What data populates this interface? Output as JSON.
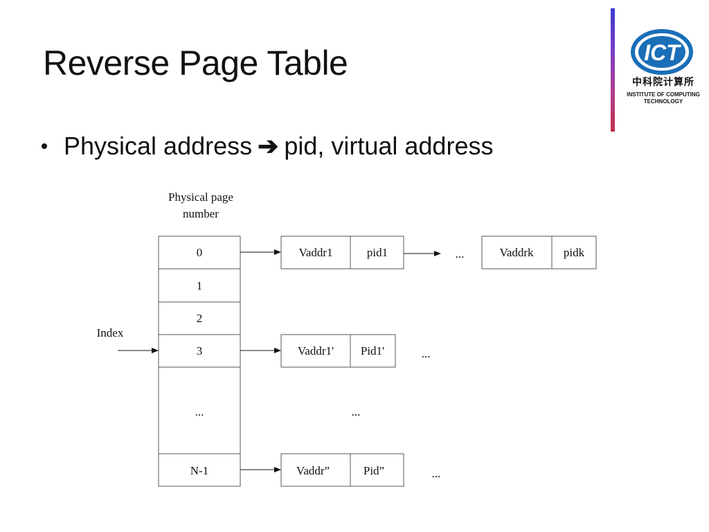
{
  "slide": {
    "title": "Reverse Page Table",
    "bullet_prefix": "Physical address",
    "bullet_suffix": "pid, virtual address"
  },
  "logo": {
    "mark": "ICT",
    "cn_name": "中科院计算所",
    "line1": "INSTITUTE OF COMPUTING",
    "line2": "TECHNOLOGY"
  },
  "diagram": {
    "header_line1": "Physical page",
    "header_line2": "number",
    "index_label": "Index",
    "table_rows": [
      "0",
      "1",
      "2",
      "3",
      "...",
      "N-1"
    ],
    "entries": {
      "row0_vaddr": "Vaddr1",
      "row0_pid": "pid1",
      "row0_ellipsis": "...",
      "row0_vaddr_k": "Vaddrk",
      "row0_pid_k": "pidk",
      "row3_vaddr": "Vaddr1'",
      "row3_pid": "Pid1'",
      "row3_ellipsis": "...",
      "middle_ellipsis": "...",
      "rowN_vaddr": "Vaddr”",
      "rowN_pid": "Pid”",
      "rowN_ellipsis": "..."
    }
  }
}
